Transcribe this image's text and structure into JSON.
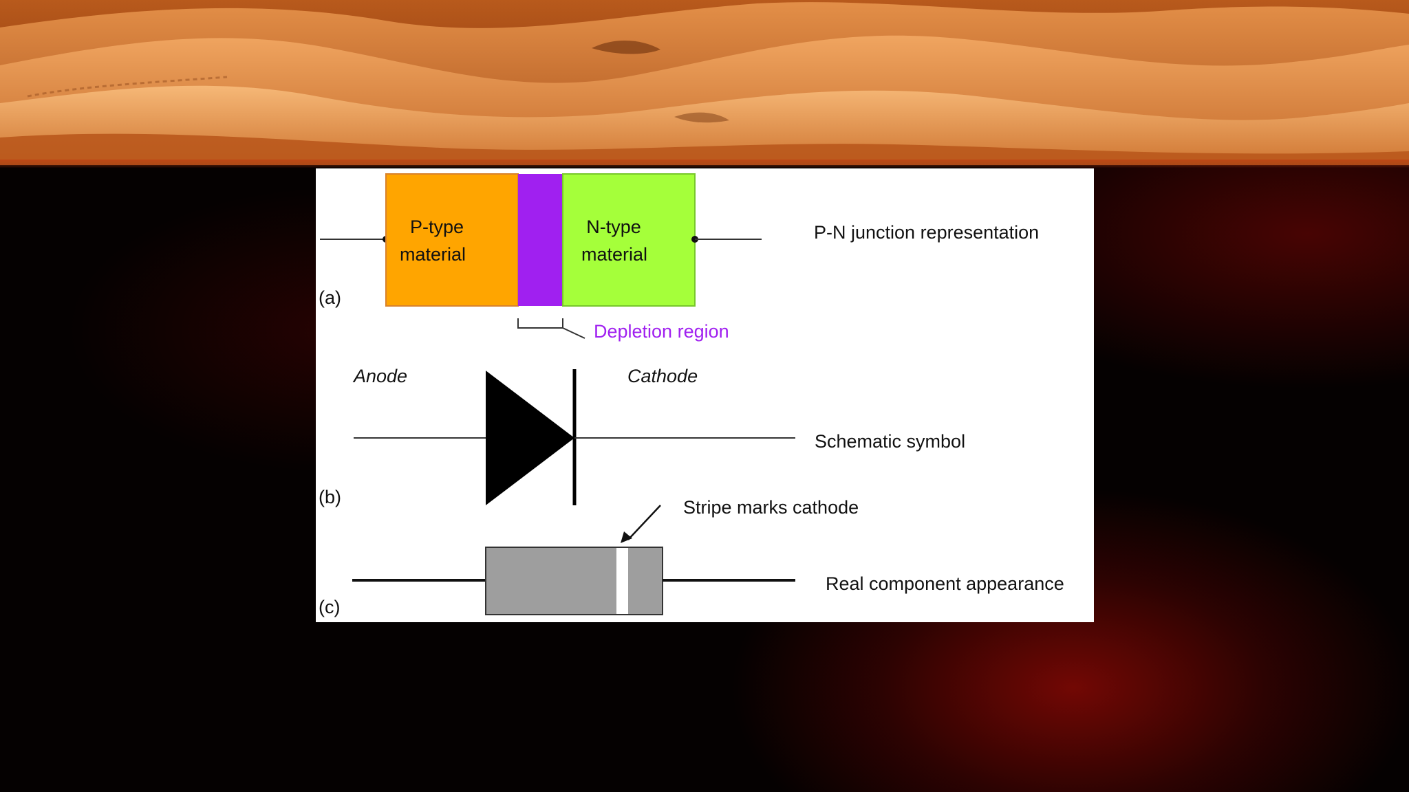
{
  "colors": {
    "p_type": "#FFA500",
    "depletion": "#A020F0",
    "n_type": "#A5FF3A",
    "depletion_label": "#A020F0",
    "component_body": "#9E9E9E",
    "stripe": "#FFFFFF"
  },
  "panel_a": {
    "tag": "(a)",
    "p_line1": "P-type",
    "p_line2": "material",
    "n_line1": "N-type",
    "n_line2": "material",
    "depletion_label": "Depletion region",
    "caption": "P-N junction representation"
  },
  "panel_b": {
    "tag": "(b)",
    "anode": "Anode",
    "cathode": "Cathode",
    "caption": "Schematic symbol"
  },
  "panel_c": {
    "tag": "(c)",
    "stripe_label": "Stripe marks cathode",
    "caption": "Real component appearance"
  }
}
